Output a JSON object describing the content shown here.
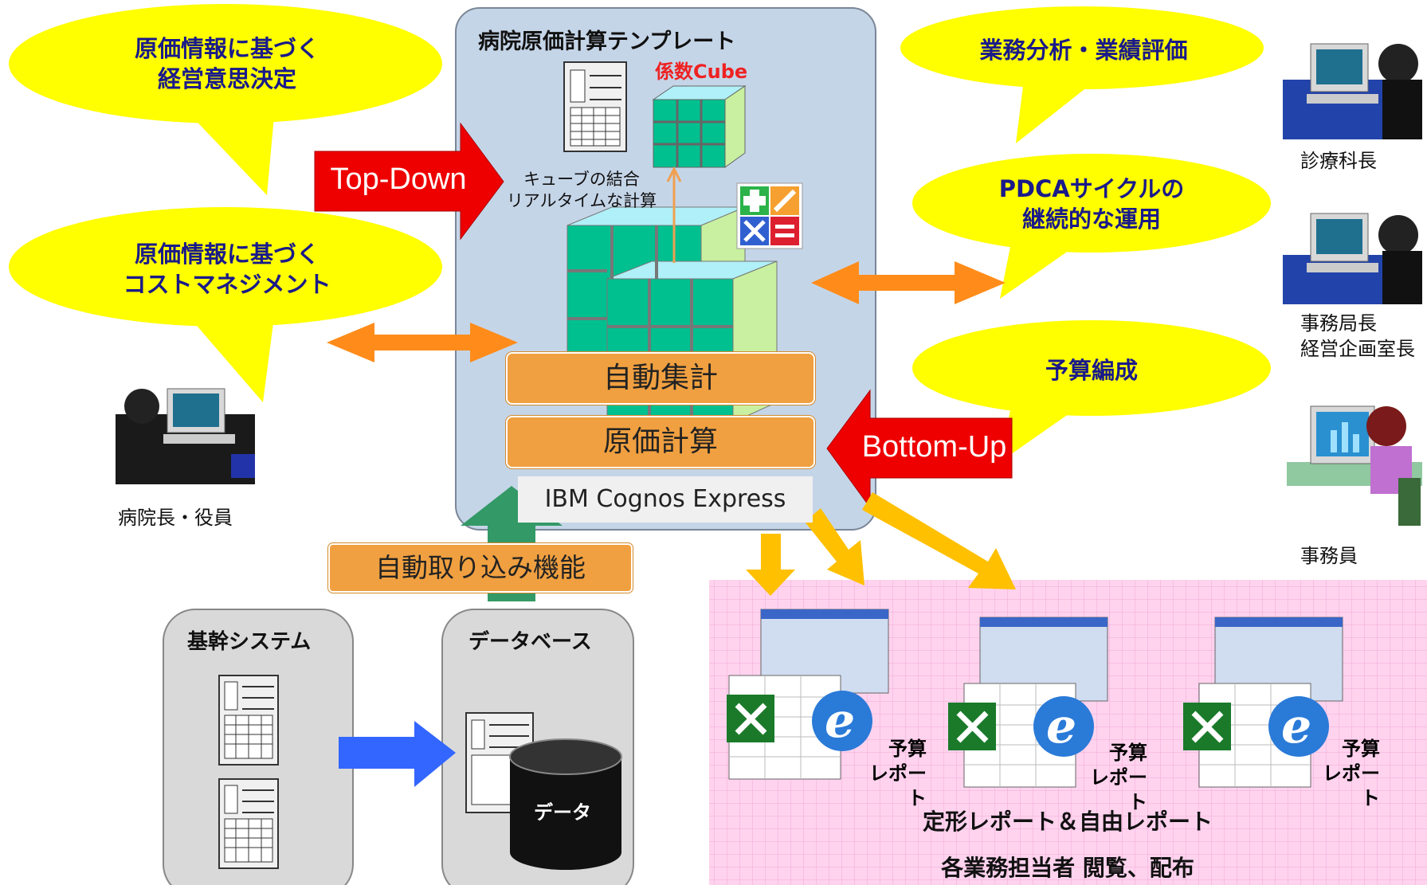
{
  "bubbles": {
    "decision": [
      "原価情報に基づく",
      "経営意思決定"
    ],
    "cost": [
      "原価情報に基づく",
      "コストマネジメント"
    ],
    "analysis": "業務分析・業績評価",
    "pdca": [
      "PDCAサイクルの",
      "継続的な運用"
    ],
    "budget": "予算編成"
  },
  "template": {
    "title": "病院原価計算テンプレート",
    "cube_label": "係数Cube",
    "cube_note": [
      "キューブの結合",
      "リアルタイムな計算"
    ],
    "auto_sum": "自動集計",
    "cost_calc": "原価計算",
    "product": "IBM Cognos Express"
  },
  "arrows": {
    "top_down": "Top-Down",
    "bottom_up": "Bottom-Up",
    "auto_import": "自動取り込み機能"
  },
  "people": {
    "director": "病院長・役員",
    "dept_head": "診療科長",
    "secretariat": [
      "事務局長",
      "経営企画室長"
    ],
    "clerk": "事務員"
  },
  "systems": {
    "core": "基幹システム",
    "database": "データベース",
    "data": "データ"
  },
  "reports": {
    "report_label": [
      "予算",
      "レポート"
    ],
    "caption": "定形レポート＆自由レポート",
    "distribution": "各業務担当者  閲覧、配布"
  },
  "colors": {
    "bubble": "#ffff00",
    "template_bg": "#c5d5e8",
    "orange": "#f0a040",
    "red_arrow": "#ee0000",
    "cube": "#00c090",
    "report_bg": "#ffd0ec"
  }
}
